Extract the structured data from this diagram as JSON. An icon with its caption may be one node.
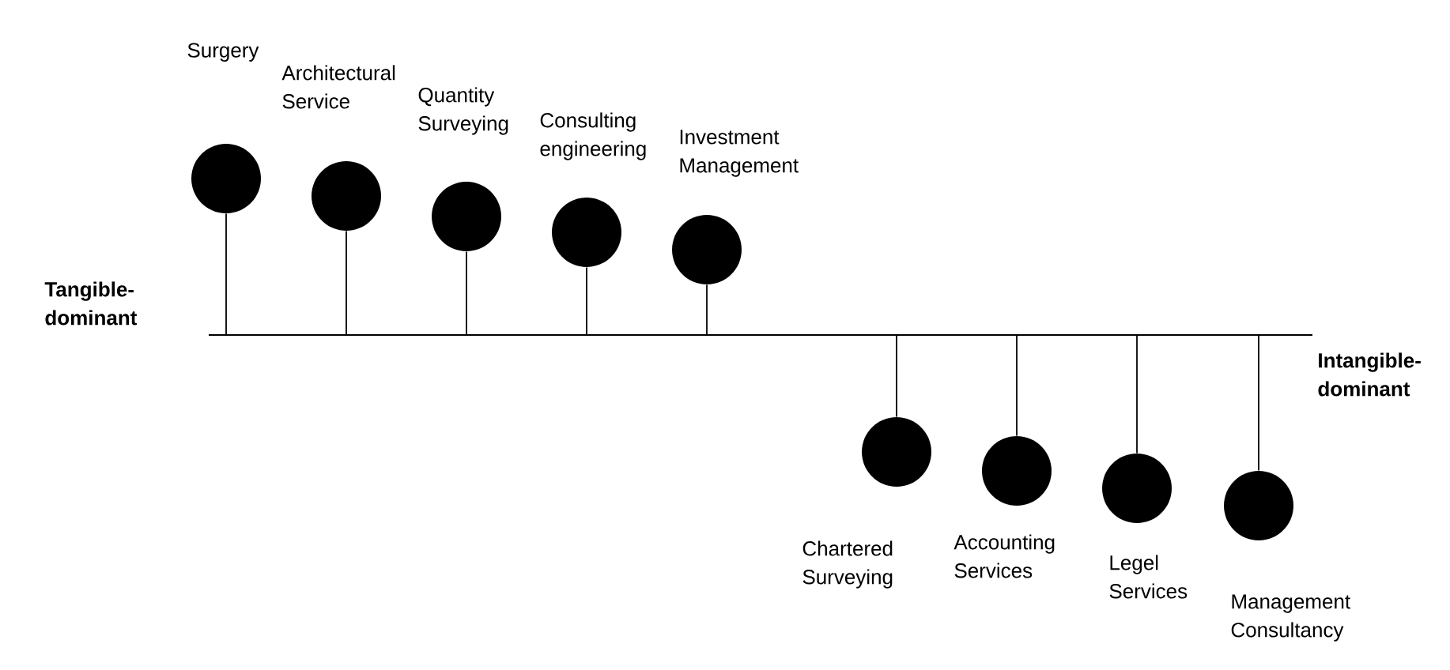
{
  "diagram": {
    "nodes": [
      {
        "text": [
          "Surgery"
        ]
      },
      {
        "text": [
          "Architectural Service"
        ]
      },
      {
        "text": [
          "Quantity Surveying"
        ]
      },
      {
        "text": [
          "Consulting engineering"
        ]
      },
      {
        "text": [
          "Investment Management"
        ]
      },
      {
        "text": [
          "Chartered Surveying"
        ]
      },
      {
        "text": [
          "Accounting Services"
        ]
      },
      {
        "text": [
          "Legel Services"
        ]
      },
      {
        "text": [
          "Management Consultancy"
        ]
      },
      {
        "text": [],
        "shape": "bar"
      }
    ],
    "edges": [
      {
        "from": 0,
        "to": 9,
        "arrow": "none"
      },
      {
        "from": 1,
        "to": 9,
        "arrow": "none"
      },
      {
        "from": 2,
        "to": 9,
        "arrow": "none"
      },
      {
        "from": 3,
        "to": 9,
        "arrow": "none"
      },
      {
        "from": 4,
        "to": 9,
        "arrow": "none"
      },
      {
        "from": 5,
        "to": 9,
        "arrow": "none"
      },
      {
        "from": 6,
        "to": 9,
        "arrow": "none"
      },
      {
        "from": 7,
        "to": 9,
        "arrow": "none"
      },
      {
        "from": 8,
        "to": 9,
        "arrow": "none"
      }
    ],
    "labels": [
      "Tangible-dominant",
      "Intangible-dominant"
    ]
  }
}
